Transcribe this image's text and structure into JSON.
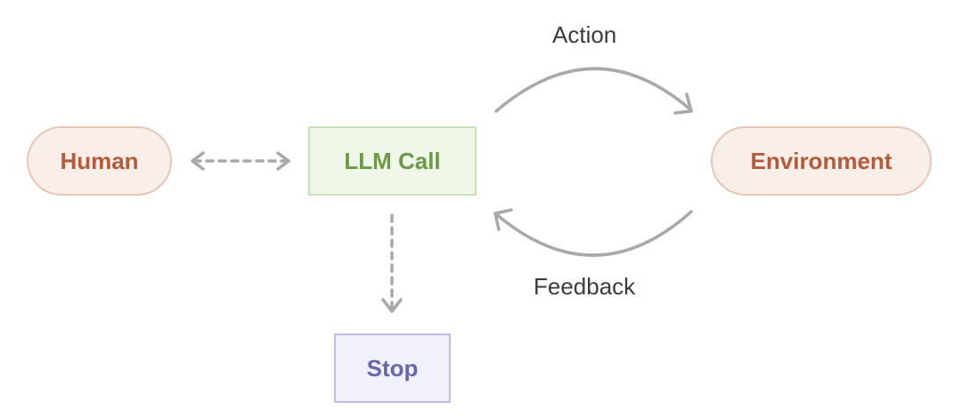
{
  "nodes": {
    "human": "Human",
    "llm_call": "LLM Call",
    "environment": "Environment",
    "stop": "Stop"
  },
  "edges": {
    "action": "Action",
    "feedback": "Feedback"
  },
  "colors": {
    "terminal_fill": "#faeee8",
    "terminal_border": "#e7c5b6",
    "terminal_text": "#b55a3a",
    "llm_fill": "#eef7e8",
    "llm_border": "#c6e2b6",
    "llm_text": "#6c9a48",
    "stop_fill": "#f1f1fb",
    "stop_border": "#bdbde6",
    "stop_text": "#6767b0",
    "arrow": "#a9a9a9"
  }
}
